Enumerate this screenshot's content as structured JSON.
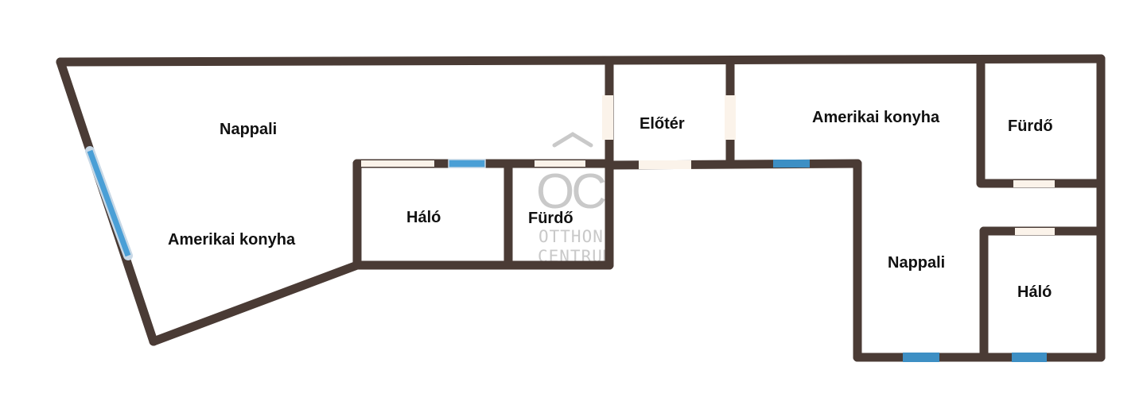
{
  "rooms": {
    "left_nappali": "Nappali",
    "left_konyha": "Amerikai konyha",
    "left_halo": "Háló",
    "left_furdo": "Fürdő",
    "eloter": "Előtér",
    "right_konyha": "Amerikai konyha",
    "right_furdo": "Fürdő",
    "right_nappali": "Nappali",
    "right_halo": "Háló"
  },
  "watermark": {
    "monogram": "OC",
    "line1": "OTTHON",
    "line2": "CENTRUM"
  },
  "colors": {
    "wall": "#4a3b35",
    "window": "#4a9fd6",
    "door": "#fbf3ea",
    "label": "#111111",
    "watermark": "#c9c9c9"
  }
}
